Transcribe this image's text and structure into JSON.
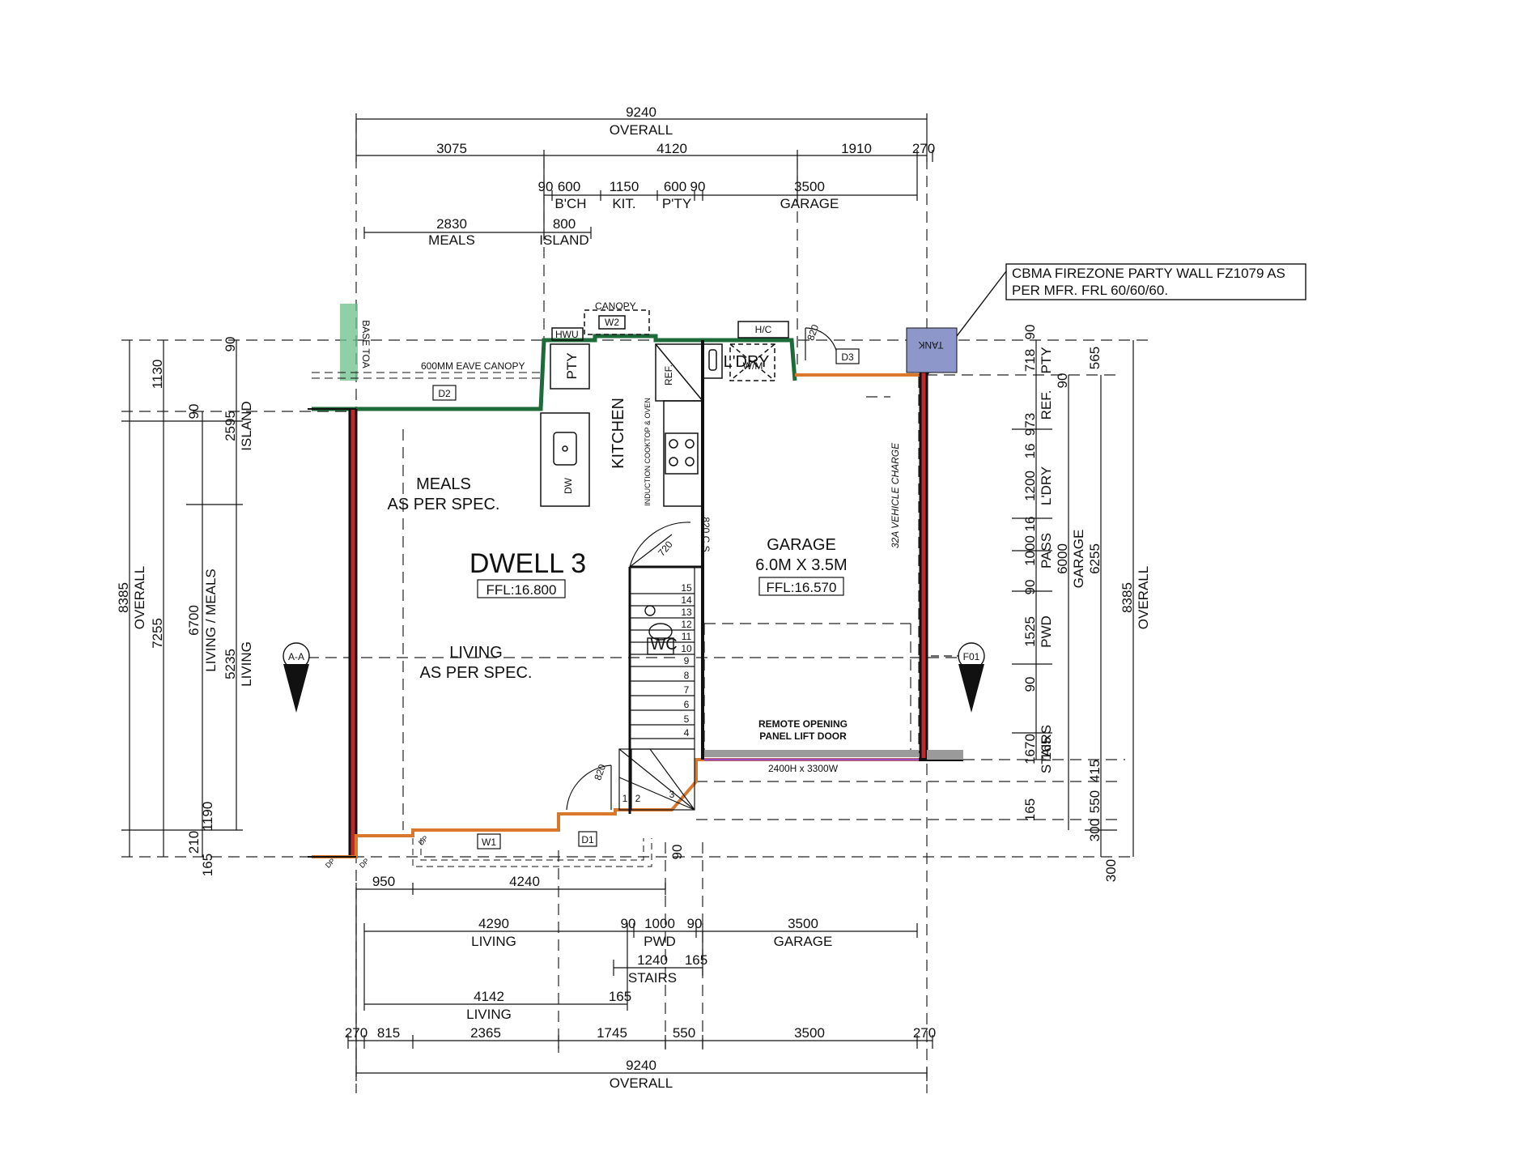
{
  "top_dims": {
    "overall_value": "9240",
    "overall_label": "OVERALL",
    "row2": [
      "3075",
      "4120",
      "1910",
      "270"
    ],
    "row3": [
      {
        "v": "90",
        "l": ""
      },
      {
        "v": "600",
        "l": "B'CH"
      },
      {
        "v": "1150",
        "l": "KIT."
      },
      {
        "v": "600",
        "l": "P'TY"
      },
      {
        "v": "90",
        "l": ""
      },
      {
        "v": "3500",
        "l": "GARAGE"
      }
    ],
    "row4": [
      {
        "v": "2830",
        "l": "MEALS"
      },
      {
        "v": "800",
        "l": "ISLAND"
      }
    ]
  },
  "callout": {
    "line1": "CBMA FIREZONE PARTY WALL FZ1079 AS",
    "line2": "PER MFR. FRL 60/60/60."
  },
  "rooms": {
    "dwelling": "DWELL 3",
    "ffl_dwelling": "FFL:16.800",
    "meals": "MEALS",
    "meals_spec": "AS PER SPEC.",
    "living": "LIVING",
    "living_spec": "AS PER SPEC.",
    "kitchen": "KITCHEN",
    "garage": "GARAGE",
    "garage_size": "6.0M X 3.5M",
    "ffl_garage": "FFL:16.570",
    "ldry": "L'DRY",
    "wm": "W/M",
    "pty": "PTY",
    "ref": "REF.",
    "wc": "WC",
    "dw": "DW",
    "hc": "H/C",
    "hwu": "HWU",
    "tank": "TANK",
    "canopy": "CANOPY",
    "eave_canopy": "600MM EAVE CANOPY",
    "base_toa": "BASE TOA",
    "vehicle_charge": "32A VEHICLE CHARGE",
    "induction": "INDUCTION COOKTOP & OVEN",
    "remote1": "REMOTE OPENING",
    "remote2": "PANEL LIFT DOOR",
    "garage_door_size": "2400H x 3300W",
    "cs": "820 C.S"
  },
  "tags": {
    "w2": "W2",
    "d2": "D2",
    "d3": "D3",
    "w1": "W1",
    "d1": "D1",
    "dp": "DP",
    "door820": "820",
    "door720": "720",
    "section": "A-A",
    "elev": "F01"
  },
  "stairs": [
    "15",
    "14",
    "13",
    "12",
    "11",
    "10",
    "9",
    "8",
    "7",
    "6",
    "5",
    "4",
    "3",
    "2",
    "1"
  ],
  "left_dims": {
    "overall": "8385",
    "overall_label": "OVERALL",
    "d7255": "7255",
    "d1130": "1130",
    "d6700": "6700",
    "living_meals": "LIVING / MEALS",
    "d2595": "2595",
    "island": "ISLAND",
    "d5235": "5235",
    "living": "LIVING",
    "d90": "90",
    "d210": "210",
    "d1190": "1190",
    "d165": "165"
  },
  "right_dims": {
    "r1": [
      {
        "v": "90",
        "l": ""
      },
      {
        "v": "718",
        "l": "PTY"
      },
      {
        "v": "90",
        "l": ""
      },
      {
        "v": "973",
        "l": "REF."
      },
      {
        "v": "16",
        "l": ""
      },
      {
        "v": "1200",
        "l": "L'DRY"
      },
      {
        "v": "16",
        "l": ""
      },
      {
        "v": "1000",
        "l": "PASS"
      },
      {
        "v": "90",
        "l": ""
      },
      {
        "v": "1525",
        "l": "PWD"
      },
      {
        "v": "90",
        "l": ""
      },
      {
        "v": "1670",
        "l": "STAIRS"
      },
      {
        "v": "165",
        "l": ""
      }
    ],
    "garage_6000": "6000",
    "garage_label": "GARAGE",
    "d6255": "6255",
    "d565": "565",
    "d415": "415",
    "d550": "550",
    "d300a": "300",
    "d300b": "300",
    "overall": "8385",
    "overall_label": "OVERALL"
  },
  "bottom_dims": {
    "row1": [
      "950",
      "4240"
    ],
    "row2": [
      {
        "v": "4290",
        "l": "LIVING"
      },
      {
        "v": "90",
        "l": ""
      },
      {
        "v": "1000",
        "l": "PWD"
      },
      {
        "v": "90",
        "l": ""
      },
      {
        "v": "3500",
        "l": "GARAGE"
      }
    ],
    "stairs": {
      "v": "1240",
      "l": "STAIRS",
      "v2": "165"
    },
    "living2": {
      "v": "4142",
      "l": "LIVING",
      "v2": "165"
    },
    "row5": [
      "270",
      "815",
      "2365",
      "1745",
      "550",
      "3500",
      "270"
    ],
    "overall_value": "9240",
    "overall_label": "OVERALL"
  },
  "colors": {
    "line": "#111111",
    "party_wall_red": "#c0282d",
    "brick_orange": "#d9782d",
    "green_wall": "#1e6b3a",
    "hatch_green": "#6cc08a",
    "tank_fill": "#8e97c9",
    "door_purple": "#9a4fb8",
    "sill_grey": "#9a9a9a"
  }
}
